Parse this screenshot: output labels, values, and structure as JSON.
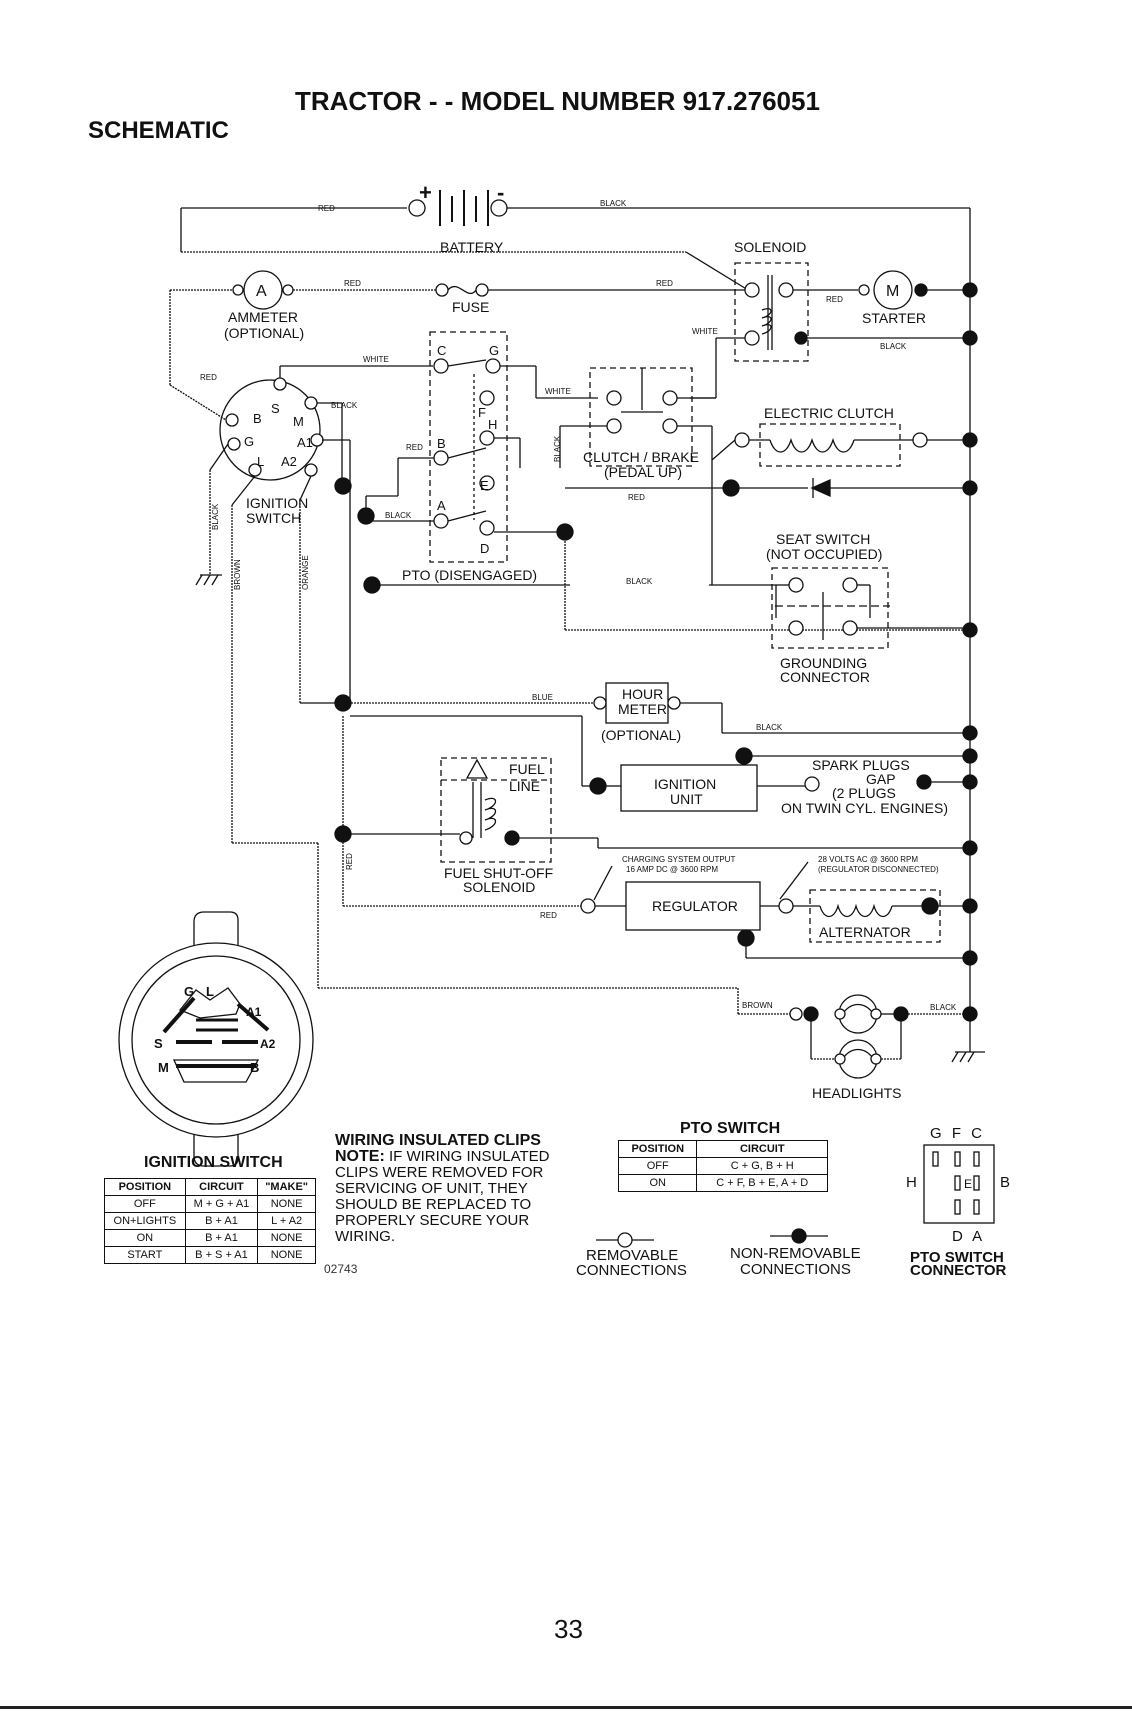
{
  "header": {
    "title": "TRACTOR - - MODEL NUMBER 917.276051",
    "section": "SCHEMATIC"
  },
  "components": {
    "battery": "BATTERY",
    "battery_plus": "+",
    "battery_minus": "-",
    "solenoid": "SOLENOID",
    "ammeter_letter": "A",
    "ammeter": "AMMETER",
    "ammeter_opt": "(OPTIONAL)",
    "fuse": "FUSE",
    "starter_letter": "M",
    "starter": "STARTER",
    "electric_clutch": "ELECTRIC CLUTCH",
    "clutch_brake_1": "CLUTCH / BRAKE",
    "clutch_brake_2": "(PEDAL UP)",
    "ignition_switch_1": "IGNITION",
    "ignition_switch_2": "SWITCH",
    "pto_label": "PTO (DISENGAGED)",
    "seat_switch_1": "SEAT SWITCH",
    "seat_switch_2": "(NOT OCCUPIED)",
    "grounding_1": "GROUNDING",
    "grounding_2": "CONNECTOR",
    "hour_meter_1": "HOUR",
    "hour_meter_2": "METER",
    "hour_meter_opt": "(OPTIONAL)",
    "fuel_line_1": "FUEL",
    "fuel_line_2": "LINE",
    "ignition_unit_1": "IGNITION",
    "ignition_unit_2": "UNIT",
    "spark_plugs_1": "SPARK PLUGS",
    "spark_plugs_2": "GAP",
    "spark_plugs_3": "(2 PLUGS",
    "spark_plugs_4": "ON TWIN CYL. ENGINES)",
    "fuel_solenoid_1": "FUEL SHUT-OFF",
    "fuel_solenoid_2": "SOLENOID",
    "charging_1": "CHARGING SYSTEM OUTPUT",
    "charging_2": "16 AMP DC @ 3600 RPM",
    "volts_1": "28 VOLTS AC @ 3600 RPM",
    "volts_2": "(REGULATOR DISCONNECTED)",
    "regulator": "REGULATOR",
    "alternator": "ALTERNATOR",
    "headlights": "HEADLIGHTS"
  },
  "pins": {
    "ign_B": "B",
    "ign_S": "S",
    "ign_M": "M",
    "ign_G": "G",
    "ign_A1": "A1",
    "ign_L": "L",
    "ign_A2": "A2",
    "pto_C": "C",
    "pto_G": "G",
    "pto_F": "F",
    "pto_H": "H",
    "pto_B": "B",
    "pto_E": "E",
    "pto_A": "A",
    "pto_D": "D"
  },
  "wires": {
    "red": "RED",
    "black": "BLACK",
    "white": "WHITE",
    "blue": "BLUE",
    "brown": "BROWN",
    "orange": "ORANGE"
  },
  "connector_face": {
    "letters": [
      "G",
      "L",
      "A1",
      "A2",
      "S",
      "M",
      "B"
    ]
  },
  "ignition_table": {
    "caption": "IGNITION SWITCH",
    "headers": [
      "POSITION",
      "CIRCUIT",
      "\"MAKE\""
    ],
    "rows": [
      [
        "OFF",
        "M + G + A1",
        "NONE"
      ],
      [
        "ON+LIGHTS",
        "B + A1",
        "L + A2"
      ],
      [
        "ON",
        "B + A1",
        "NONE"
      ],
      [
        "START",
        "B + S + A1",
        "NONE"
      ]
    ]
  },
  "note": {
    "heading": "WIRING INSULATED CLIPS",
    "label": "NOTE:",
    "text": "IF WIRING INSULATED CLIPS WERE REMOVED FOR SERVICING OF UNIT, THEY SHOULD BE REPLACED TO PROPERLY SECURE YOUR WIRING."
  },
  "doc_number": "02743",
  "pto_table": {
    "caption": "PTO SWITCH",
    "headers": [
      "POSITION",
      "CIRCUIT"
    ],
    "rows": [
      [
        "OFF",
        "C + G, B + H"
      ],
      [
        "ON",
        "C + F, B + E, A + D"
      ]
    ]
  },
  "legend": {
    "removable_1": "REMOVABLE",
    "removable_2": "CONNECTIONS",
    "nonremovable_1": "NON-REMOVABLE",
    "nonremovable_2": "CONNECTIONS"
  },
  "pto_connector": {
    "top": "G F C",
    "bottom": "D A",
    "left": "H",
    "right": "B",
    "middle": "E",
    "caption_1": "PTO SWITCH",
    "caption_2": "CONNECTOR"
  },
  "page_number": "33"
}
